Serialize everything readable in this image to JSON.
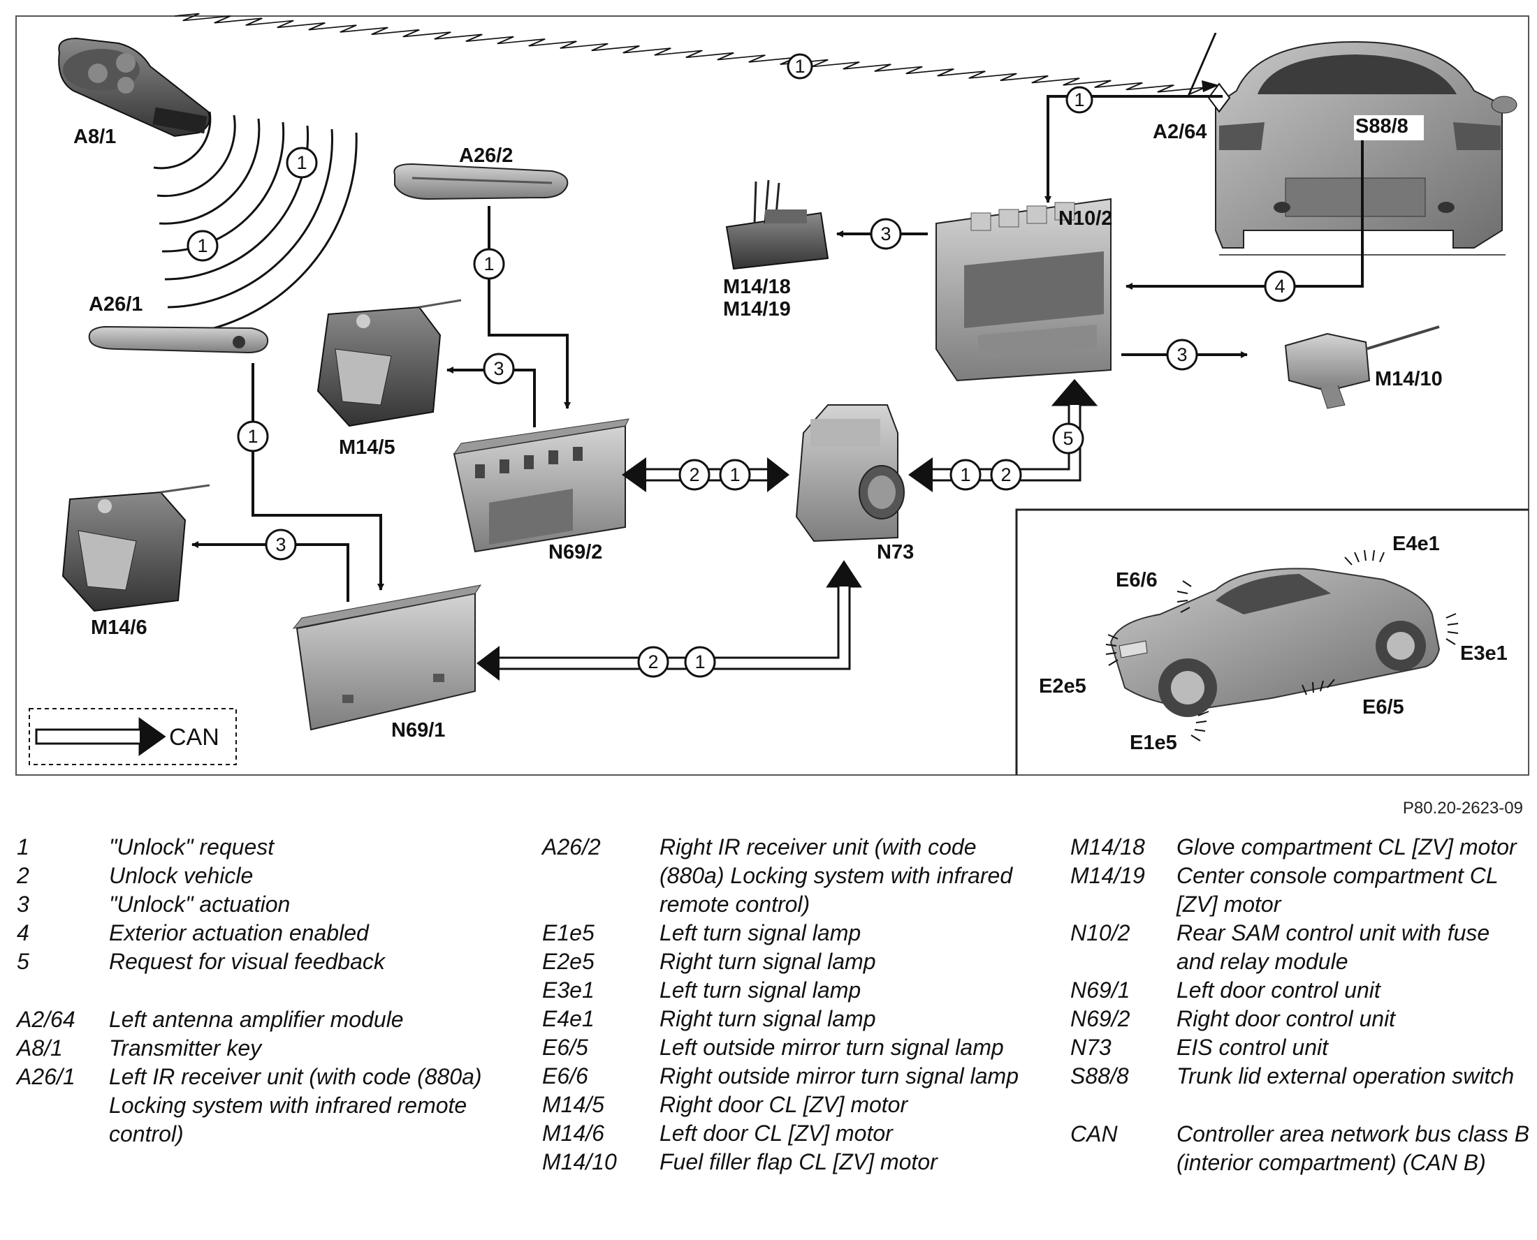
{
  "diagram": {
    "components": {
      "a8_1": "A8/1",
      "a26_2": "A26/2",
      "a26_1": "A26/1",
      "a2_64": "A2/64",
      "s88_8": "S88/8",
      "n10_2": "N10/2",
      "m14_18": "M14/18",
      "m14_19": "M14/19",
      "m14_10": "M14/10",
      "m14_5": "M14/5",
      "m14_6": "M14/6",
      "n69_2": "N69/2",
      "n73": "N73",
      "n69_1": "N69/1",
      "e4e1": "E4e1",
      "e6_6": "E6/6",
      "e3e1": "E3e1",
      "e2e5": "E2e5",
      "e6_5": "E6/5",
      "e1e5": "E1e5"
    },
    "step_numbers": {
      "one": "1",
      "two": "2",
      "three": "3",
      "four": "4",
      "five": "5"
    },
    "can_key_label": "CAN"
  },
  "figure_code": "P80.20-2623-09",
  "legend": {
    "col1": [
      {
        "key": "1",
        "text": "\"Unlock\" request"
      },
      {
        "key": "2",
        "text": "Unlock vehicle"
      },
      {
        "key": "3",
        "text": "\"Unlock\" actuation"
      },
      {
        "key": "4",
        "text": "Exterior actuation enabled"
      },
      {
        "key": "5",
        "text": "Request for visual feedback"
      },
      {
        "key": "A2/64",
        "text": "Left antenna amplifier module"
      },
      {
        "key": "A8/1",
        "text": "Transmitter key"
      },
      {
        "key": "A26/1",
        "text": "Left IR receiver unit (with code (880a) Locking system with infrared remote control)"
      }
    ],
    "col2": [
      {
        "key": "A26/2",
        "text": "Right IR receiver unit (with code (880a) Locking system with infrared remote control)"
      },
      {
        "key": "E1e5",
        "text": "Left turn signal lamp"
      },
      {
        "key": "E2e5",
        "text": "Right turn signal lamp"
      },
      {
        "key": "E3e1",
        "text": "Left turn signal lamp"
      },
      {
        "key": "E4e1",
        "text": "Right turn signal lamp"
      },
      {
        "key": "E6/5",
        "text": "Left outside mirror turn signal lamp"
      },
      {
        "key": "E6/6",
        "text": "Right outside mirror turn signal lamp"
      },
      {
        "key": "M14/5",
        "text": "Right door CL [ZV] motor"
      },
      {
        "key": "M14/6",
        "text": "Left door CL [ZV] motor"
      },
      {
        "key": "M14/10",
        "text": "Fuel filler flap CL [ZV] motor"
      }
    ],
    "col3": [
      {
        "key": "M14/18",
        "text": "Glove compartment CL [ZV] motor"
      },
      {
        "key": "M14/19",
        "text": "Center console compartment CL [ZV] motor"
      },
      {
        "key": "N10/2",
        "text": "Rear SAM control unit with fuse and relay module"
      },
      {
        "key": "N69/1",
        "text": "Left door control unit"
      },
      {
        "key": "N69/2",
        "text": "Right door control unit"
      },
      {
        "key": "N73",
        "text": "EIS control unit"
      },
      {
        "key": "S88/8",
        "text": "Trunk lid external operation switch"
      },
      {
        "key": "CAN",
        "text": "Controller area network bus class B (interior compartment) (CAN B)"
      }
    ]
  }
}
